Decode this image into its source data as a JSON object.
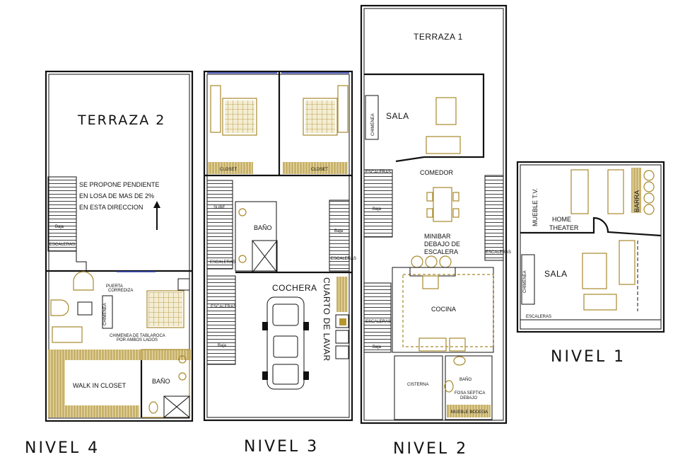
{
  "levels": {
    "nivel_4": "NIVEL 4",
    "nivel_3": "NIVEL 3",
    "nivel_2": "NIVEL 2",
    "nivel_1": "NIVEL 1"
  },
  "labels": {
    "terraza_2": "TERRAZA 2",
    "terraza_1": "TERRAZA 1",
    "baja": "Baja",
    "sube": "SUBE",
    "escaleras": "ESCALERAS",
    "chimenea": "CHIMENEA",
    "walk_in_closet": "WALK IN CLOSET",
    "bano": "BAÑO",
    "closet": "CLOSET",
    "cochera": "COCHERA",
    "cuarto_de_lavar": "CUARTO DE LAVAR",
    "sala": "SALA",
    "comedor": "COMEDOR",
    "cocina": "COCINA",
    "cisterna": "CISTERNA",
    "mueble_bodega": "MUEBLE BODEGA",
    "mueble_tv": "MUEBLE T.V.",
    "home": "HOME",
    "theater": "THEATER",
    "barra": "BARRA"
  },
  "notes": {
    "line1": "SE PROPONE PENDIENTE",
    "line2": "EN LOSA DE MAS DE 2%",
    "line3": "EN ESTA DIRECCION",
    "puerta_1": "PUERTA",
    "puerta_2": "CORREDIZA",
    "chimenea_1": "CHIMENEA DE TABLAROCA",
    "chimenea_2": "POR AMBOS LADOS",
    "minibar_1": "MINIBAR",
    "minibar_2": "DEBAJO DE",
    "minibar_3": "ESCALERA",
    "fosa_1": "FOSA SEPTICA",
    "fosa_2": "DEBAJO"
  },
  "colors": {
    "line": "#111111",
    "furniture": "#a8892b",
    "window": "#2b3fb6"
  }
}
